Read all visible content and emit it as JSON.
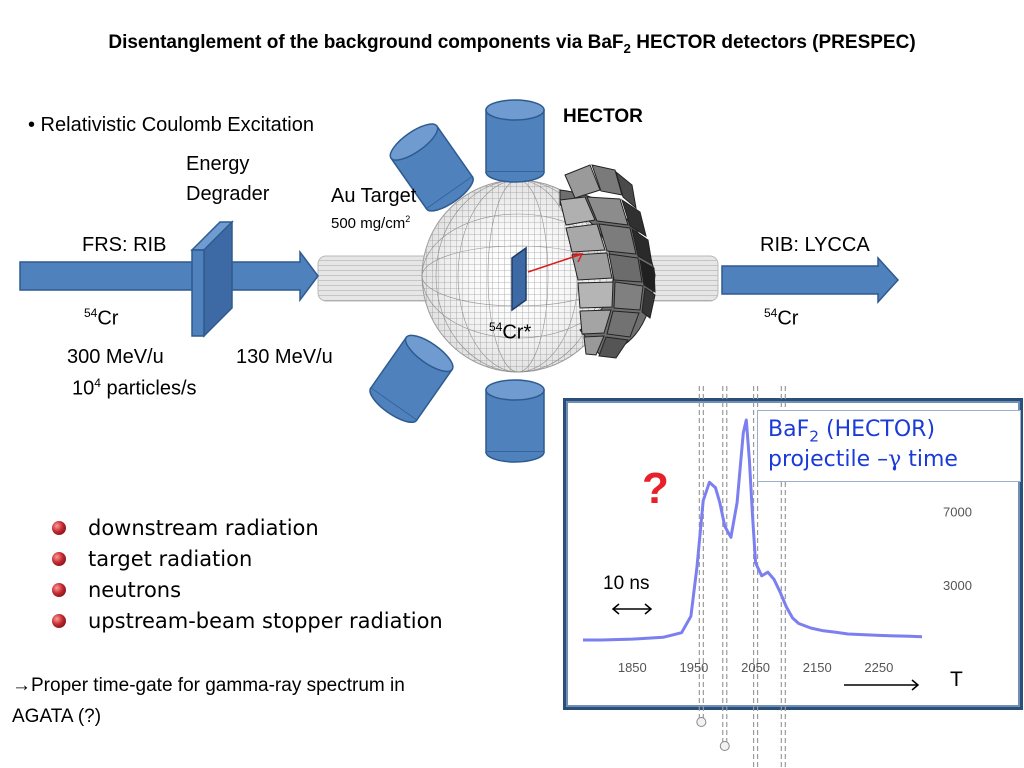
{
  "title": {
    "part1": "Disentanglement of the background components via BaF",
    "sub": "2",
    "part2": " HECTOR detectors  (PRESPEC)"
  },
  "intro_bullet": "• Relativistic Coulomb Excitation",
  "labels": {
    "energy_degrader_1": "Energy",
    "energy_degrader_2": "Degrader",
    "au_target": "Au Target",
    "target_thickness_value": "500 mg/cm",
    "target_thickness_sup": "2",
    "hector": "HECTOR",
    "frs_rib": "FRS: RIB",
    "rib_lycca": "RIB: LYCCA",
    "cr_in_sup": "54",
    "cr_in": "Cr",
    "cr_star_sup": "54",
    "cr_star": "Cr*",
    "cr_out_sup": "54",
    "cr_out": "Cr",
    "energy_in": "300 MeV/u",
    "energy_mid": "130 MeV/u",
    "rate_prefix": "10",
    "rate_sup": "4",
    "rate_suffix": " particles/s"
  },
  "bullets": [
    "downstream radiation",
    "target radiation",
    "neutrons",
    "upstream-beam stopper radiation"
  ],
  "conclusion": {
    "arrow": "→",
    "line1": "Proper time-gate for gamma-ray spectrum in",
    "line2": "AGATA (?)"
  },
  "colors": {
    "detector_blue": "#4f81bd",
    "detector_edge": "#2e5b8f",
    "curve": "#7b7ff0",
    "legend_text": "#1b3bd8",
    "question_mark": "#e8202a",
    "ray": "#d62020"
  },
  "chart_data": {
    "type": "line",
    "title": "",
    "legend": {
      "line1_main": "BaF",
      "line1_sub": "2",
      "line1_rest": "  (HECTOR)",
      "line2_prefix": "projectile –",
      "line2_symbol": "γ",
      "line2_suffix": " time"
    },
    "annotation_question": "?",
    "annotation_width": "10 ns",
    "xlabel": "T",
    "x_ticks": [
      1850,
      1950,
      2050,
      2150,
      2250
    ],
    "y_ticks": [
      3000,
      7000
    ],
    "x_range": [
      1770,
      2320
    ],
    "y_range": [
      0,
      12000
    ],
    "series": [
      {
        "x": [
          1770,
          1800,
          1850,
          1900,
          1930,
          1945,
          1955,
          1965,
          1975,
          1985,
          1992,
          2000,
          2010,
          2020,
          2030,
          2035,
          2040,
          2045,
          2050,
          2060,
          2070,
          2080,
          2090,
          2100,
          2110,
          2120,
          2140,
          2160,
          2180,
          2200,
          2250,
          2300,
          2320
        ],
        "y": [
          0,
          0,
          50,
          150,
          400,
          1300,
          4000,
          7600,
          8600,
          8300,
          7500,
          6200,
          5600,
          7500,
          11300,
          12000,
          9800,
          6800,
          4200,
          3500,
          3700,
          3300,
          2600,
          1800,
          1200,
          900,
          650,
          500,
          420,
          330,
          250,
          200,
          180
        ]
      }
    ],
    "gate_lines_x": [
      1962,
      2000,
      2050,
      2095
    ]
  }
}
